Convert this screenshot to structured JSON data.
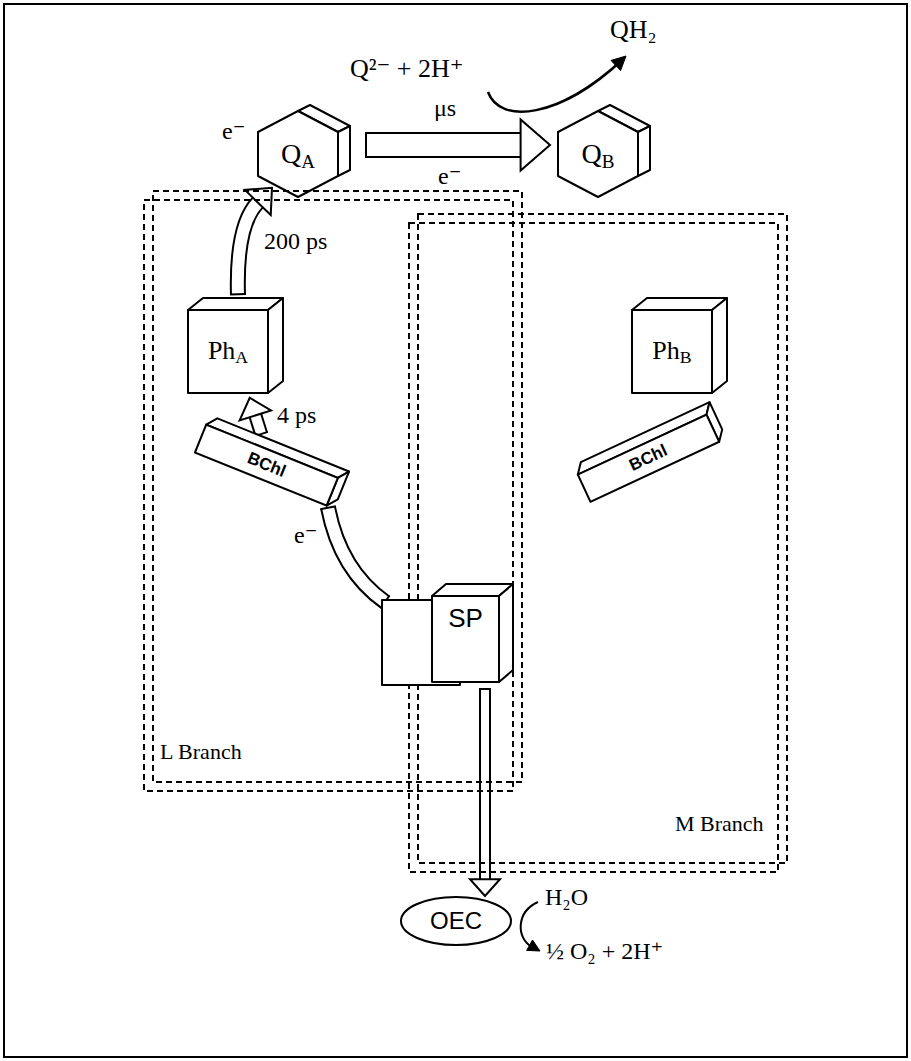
{
  "diagram": {
    "nodes": [
      {
        "text": [
          "QA"
        ]
      },
      {
        "text": [
          "QB"
        ]
      },
      {
        "text": [
          "L Branch"
        ]
      },
      {
        "text": [
          "PhA"
        ],
        "in": 2
      },
      {
        "text": [
          "BChl"
        ],
        "in": 2
      },
      {
        "text": [
          "M Branch"
        ]
      },
      {
        "text": [
          "PhB"
        ],
        "in": 5
      },
      {
        "text": [
          "BChl"
        ],
        "in": 5
      },
      {
        "text": [
          "SP"
        ]
      },
      {
        "text": [
          "OEC"
        ]
      }
    ],
    "edges": [
      {
        "from": 8,
        "to": 4,
        "arrow": "none"
      },
      {
        "from": 4,
        "to": 3,
        "arrow": "to",
        "label": "4 ps"
      },
      {
        "from": 3,
        "to": 0,
        "arrow": "to",
        "label": "200 ps"
      },
      {
        "from": 0,
        "to": 1,
        "arrow": "to",
        "label": "μs"
      },
      {
        "from": 8,
        "to": 9,
        "arrow": "to"
      }
    ],
    "labels": [
      "Q²⁻ + 2H⁺",
      "QH₂",
      "e⁻",
      "e⁻",
      "e⁻",
      "H₂O",
      "½ O₂ + 2H⁺"
    ]
  }
}
